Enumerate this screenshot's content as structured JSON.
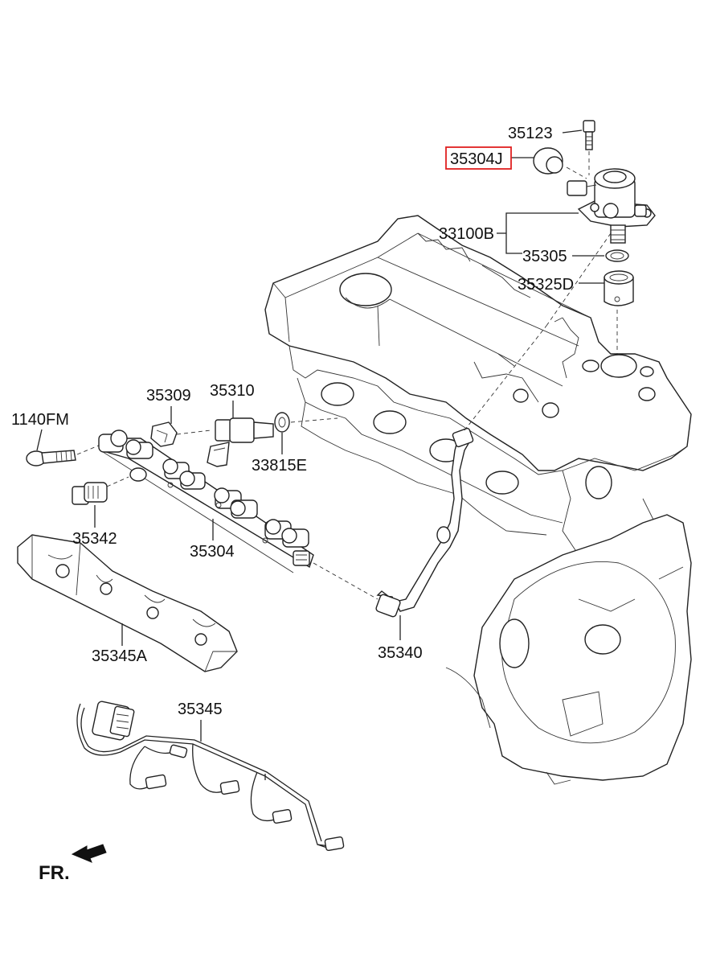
{
  "diagram": {
    "labels": {
      "p35123": "35123",
      "p35304J": "35304J",
      "p33100B": "33100B",
      "p35305": "35305",
      "p35325D": "35325D",
      "p35309": "35309",
      "p35310": "35310",
      "p1140FM": "1140FM",
      "p33815E": "33815E",
      "p35342": "35342",
      "p35304": "35304",
      "p35340": "35340",
      "p35345A": "35345A",
      "p35345": "35345"
    },
    "direction_label": "FR.",
    "highlight_color": "#e02020",
    "line_color": "#222222"
  }
}
